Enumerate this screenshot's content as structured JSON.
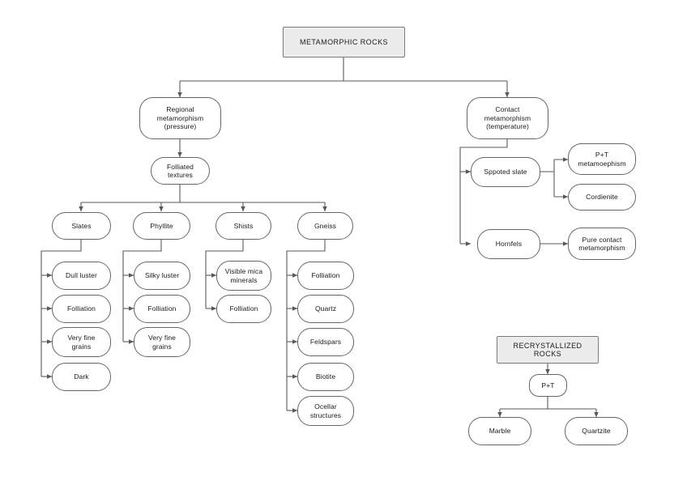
{
  "diagram": {
    "title": "Metamorphic Rocks Classification Flowchart",
    "colors": {
      "node_fill": "#ffffff",
      "header_fill": "#ececec",
      "border": "#666666",
      "header_border": "#7a7a7a",
      "text": "#1a1a1a",
      "edge": "#595959"
    },
    "nodes": {
      "root": "METAMORPHIC ROCKS",
      "regional": "Regional\nmetamorphism\n(pressure)",
      "contact": "Contact\nmetamorphism\n(temperature)",
      "folliated": "Folliated\ntextures",
      "slates": "Slates",
      "phyllite": "Phyllite",
      "shists": "Shists",
      "gneiss": "Gneiss",
      "slates_1": "Dull luster",
      "slates_2": "Folliation",
      "slates_3": "Very fine\ngrains",
      "slates_4": "Dark",
      "phyllite_1": "Silky luster",
      "phyllite_2": "Folliation",
      "phyllite_3": "Very fine\ngrains",
      "shists_1": "Visible mica\nminerals",
      "shists_2": "Folliation",
      "gneiss_1": "Folliation",
      "gneiss_2": "Quartz",
      "gneiss_3": "Feldspars",
      "gneiss_4": "Biotite",
      "gneiss_5": "Ocellar\nstructures",
      "spotted_slate": "Sppoted slate",
      "hornfels": "Hornfels",
      "pt_metamoephism": "P+T\nmetamoephism",
      "cordienite": "Cordienite",
      "pure_contact": "Pure contact\nmetamorphism",
      "recrystallized": "RECRYSTALLIZED\nROCKS",
      "pt": "P+T",
      "marble": "Marble",
      "quartzite": "Quartzite"
    }
  }
}
